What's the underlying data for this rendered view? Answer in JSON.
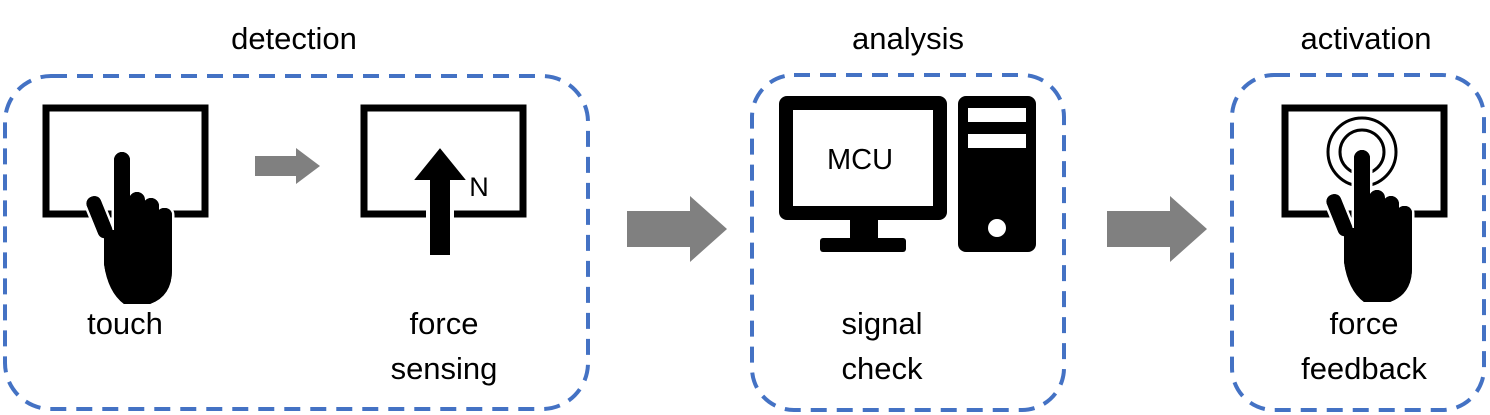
{
  "colors": {
    "stage_border": "#4472C4",
    "flow_arrow": "#808080",
    "icon": "#000000"
  },
  "stages": {
    "detection": {
      "title": "detection",
      "items": {
        "touch": {
          "label_line1": "touch",
          "icon": "hand-touch-screen-icon"
        },
        "force_sensing": {
          "label_line1": "force",
          "label_line2": "sensing",
          "unit": "N",
          "icon": "force-arrow-screen-icon"
        }
      }
    },
    "analysis": {
      "title": "analysis",
      "items": {
        "signal_check": {
          "label_line1": "signal",
          "label_line2": "check",
          "screen_text": "MCU",
          "icon": "computer-icon"
        }
      }
    },
    "activation": {
      "title": "activation",
      "items": {
        "force_feedback": {
          "label_line1": "force",
          "label_line2": "feedback",
          "icon": "hand-vibration-screen-icon"
        }
      }
    }
  }
}
